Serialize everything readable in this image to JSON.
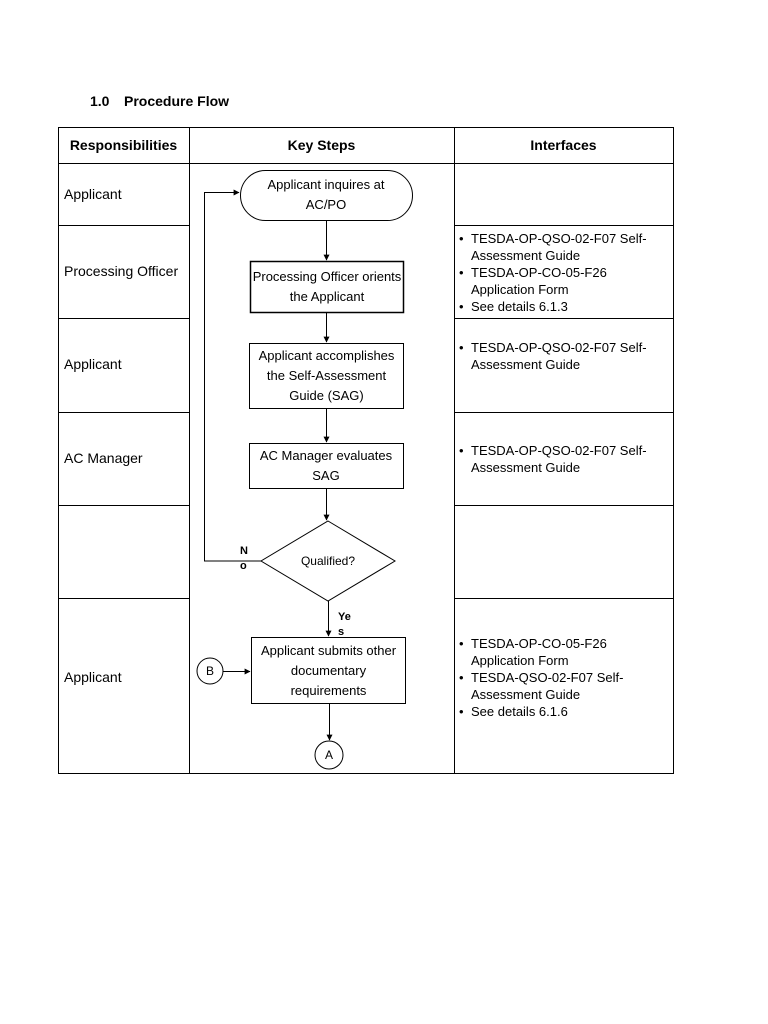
{
  "section": {
    "number": "1.0",
    "title": "Procedure Flow"
  },
  "table": {
    "headers": {
      "responsibilities": "Responsibilities",
      "key_steps": "Key Steps",
      "interfaces": "Interfaces"
    },
    "rows": [
      {
        "responsibility": "Applicant",
        "interfaces": []
      },
      {
        "responsibility": "Processing Officer",
        "interfaces": [
          "TESDA-OP-QSO-02-F07 Self-Assessment Guide",
          "TESDA-OP-CO-05-F26 Application Form",
          "See details 6.1.3"
        ]
      },
      {
        "responsibility": "Applicant",
        "interfaces": [
          "TESDA-OP-QSO-02-F07 Self-Assessment Guide"
        ]
      },
      {
        "responsibility": "AC Manager",
        "interfaces": [
          "TESDA-OP-QSO-02-F07 Self-Assessment Guide"
        ]
      },
      {
        "responsibility": "",
        "interfaces": []
      },
      {
        "responsibility": "Applicant",
        "interfaces": [
          "TESDA-OP-CO-05-F26 Application Form",
          "TESDA-QSO-02-F07 Self-Assessment Guide",
          "See details 6.1.6"
        ]
      }
    ]
  },
  "flow": {
    "start": "Applicant inquires at AC/PO",
    "step1": "Processing Officer orients the Applicant",
    "step2": "Applicant accomplishes the Self-Assessment Guide (SAG)",
    "step3": "AC Manager evaluates SAG",
    "decision": "Qualified?",
    "no_label": "No",
    "yes_label": "Yes",
    "step4": "Applicant submits other documentary requirements",
    "connector_in": "B",
    "connector_out": "A"
  }
}
